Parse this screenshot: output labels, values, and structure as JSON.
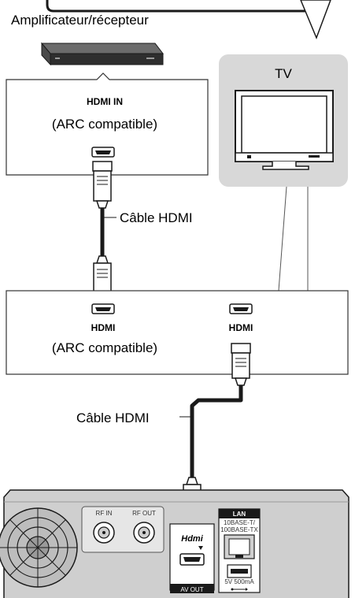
{
  "amplifier": {
    "title": "Amplificateur/récepteur",
    "port_label": "HDMI IN",
    "port_note": "(ARC compatible)"
  },
  "tv": {
    "title": "TV"
  },
  "cable_top": {
    "label": "Câble HDMI"
  },
  "middle_box": {
    "left_port_label": "HDMI",
    "left_port_note": "(ARC compatible)",
    "right_port_label": "HDMI"
  },
  "cable_bottom": {
    "label": "Câble HDMI"
  },
  "player": {
    "rf_in": "RF IN",
    "rf_out": "RF OUT",
    "hdmi_logo": "Hdmi",
    "av_out": "AV OUT",
    "lan_title": "LAN",
    "lan_spec_1": "10BASE-T/",
    "lan_spec_2": "100BASE-TX",
    "usb_spec": "5V 500mA"
  },
  "colors": {
    "stroke": "#1a1a1a",
    "tv_panel": "#d8d8d8",
    "device_body": "#3a3a3a",
    "player_panel": "#cfcfcf"
  }
}
